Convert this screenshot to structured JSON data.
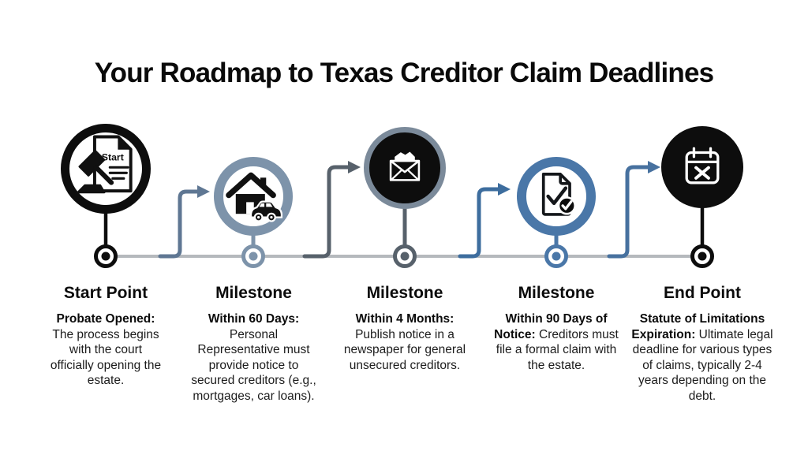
{
  "title": "Your Roadmap to Texas Creditor Claim Deadlines",
  "colors": {
    "c_black": "#0d0d0d",
    "c_timeline_gray": "#b5b9bd",
    "c_steel_blue_arrow": "#5f7793",
    "c_slate_gray_arrow": "#57616b",
    "c_blue_arrow": "#3d6d9e",
    "c_muted_blue_arrow": "#47719f",
    "c_grayblue_ring": "#7d93aa",
    "c_gray_ring": "#7b8a9a",
    "c_blue_ring": "#4a77a8"
  },
  "steps": [
    {
      "heading": "Start Point",
      "lead": "Probate Opened:",
      "body": "The process begins with the court officially opening the estate.",
      "icon": "gavel-document-icon",
      "icon_label": "Start"
    },
    {
      "heading": "Milestone",
      "lead": "Within 60 Days:",
      "body": "Personal Representative must provide notice to secured creditors (e.g., mortgages, car loans).",
      "icon": "house-car-icon"
    },
    {
      "heading": "Milestone",
      "lead": "Within 4 Months:",
      "body": "Publish notice in a newspaper for general unsecured creditors.",
      "icon": "open-envelope-icon"
    },
    {
      "heading": "Milestone",
      "lead": "Within 90 Days of Notice:",
      "body": "Creditors must file a formal claim with the estate.",
      "icon": "document-check-icon"
    },
    {
      "heading": "End Point",
      "lead": "Statute of Limitations Expiration:",
      "body": "Ultimate legal deadline for various types of claims, typically 2-4 years depending on the debt.",
      "icon": "calendar-x-icon"
    }
  ]
}
